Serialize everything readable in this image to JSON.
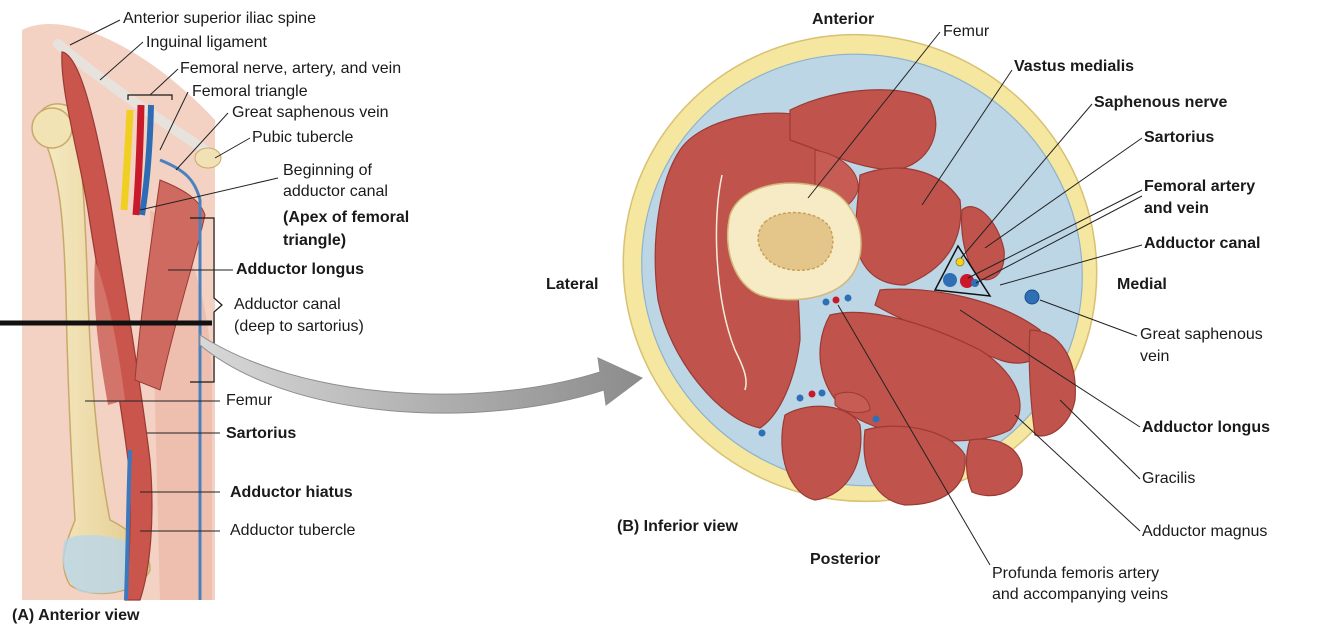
{
  "panel_a": {
    "caption": "(A) Anterior view",
    "labels": {
      "asis": "Anterior superior iliac spine",
      "inguinal": "Inguinal ligament",
      "femoral_nav": "Femoral nerve, artery, and vein",
      "fem_triangle": "Femoral triangle",
      "gsv": "Great saphenous vein",
      "pubic": "Pubic tubercle",
      "beginning_1": "Beginning of",
      "beginning_2": "adductor canal",
      "apex_1": "(Apex of femoral",
      "apex_2": "triangle)",
      "add_longus": "Adductor longus",
      "add_canal_1": "Adductor canal",
      "add_canal_2": "(deep to sartorius)",
      "femur": "Femur",
      "sartorius": "Sartorius",
      "hiatus": "Adductor hiatus",
      "tubercle": "Adductor tubercle"
    }
  },
  "panel_b": {
    "caption": "(B) Inferior view",
    "orientation": {
      "anterior": "Anterior",
      "posterior": "Posterior",
      "lateral": "Lateral",
      "medial": "Medial"
    },
    "labels": {
      "femur": "Femur",
      "vastus": "Vastus medialis",
      "saph_nerve": "Saphenous nerve",
      "sartorius": "Sartorius",
      "fem_av_1": "Femoral artery",
      "fem_av_2": "and vein",
      "add_canal": "Adductor canal",
      "gsv_1": "Great saphenous",
      "gsv_2": "vein",
      "add_longus": "Adductor longus",
      "gracilis": "Gracilis",
      "add_magnus": "Adductor magnus",
      "profunda_1": "Profunda femoris artery",
      "profunda_2": "and accompanying veins"
    }
  },
  "colors": {
    "muscle": "#c0544c",
    "muscle_dark": "#9e3c36",
    "bone": "#f3e2b0",
    "marrow": "#d9b06a",
    "fat": "#f6e69a",
    "fascia": "#b9d3e3",
    "artery": "#c8182a",
    "vein": "#2f6fb5",
    "nerve": "#f2d21c",
    "skin": "#f4d2c4",
    "arrow": "#9a9a9a"
  }
}
